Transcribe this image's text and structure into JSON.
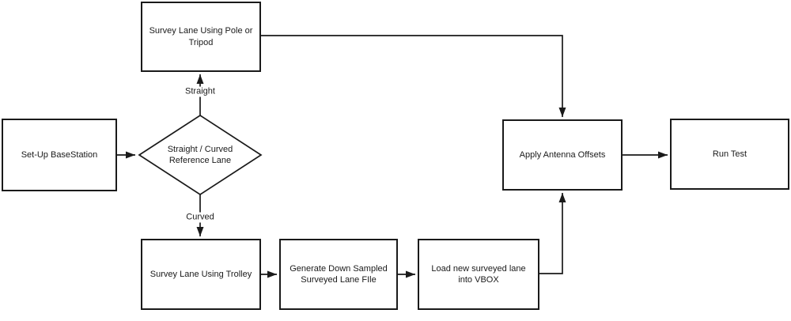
{
  "diagram": {
    "type": "flowchart",
    "nodes": {
      "setup": {
        "label": "Set-Up BaseStation",
        "shape": "rect"
      },
      "decision": {
        "label": "Straight / Curved Reference Lane",
        "shape": "diamond"
      },
      "survey_pole": {
        "label": "Survey Lane Using Pole or Tripod",
        "shape": "rect"
      },
      "survey_trolley": {
        "label": "Survey Lane Using Trolley",
        "shape": "rect"
      },
      "generate_file": {
        "label": "Generate Down Sampled Surveyed Lane FIle",
        "shape": "rect"
      },
      "load_vbox": {
        "label": "Load new surveyed lane into VBOX",
        "shape": "rect"
      },
      "apply_offsets": {
        "label": "Apply Antenna Offsets",
        "shape": "rect"
      },
      "run_test": {
        "label": "Run Test",
        "shape": "rect"
      }
    },
    "edge_labels": {
      "straight": "Straight",
      "curved": "Curved"
    },
    "edges": [
      {
        "from": "setup",
        "to": "decision"
      },
      {
        "from": "decision",
        "to": "survey_pole",
        "label": "Straight"
      },
      {
        "from": "decision",
        "to": "survey_trolley",
        "label": "Curved"
      },
      {
        "from": "survey_pole",
        "to": "apply_offsets"
      },
      {
        "from": "survey_trolley",
        "to": "generate_file"
      },
      {
        "from": "generate_file",
        "to": "load_vbox"
      },
      {
        "from": "load_vbox",
        "to": "apply_offsets"
      },
      {
        "from": "apply_offsets",
        "to": "run_test"
      }
    ]
  },
  "colors": {
    "line": "#1a1a1a",
    "text": "#1a1a1a",
    "background": "#ffffff"
  }
}
